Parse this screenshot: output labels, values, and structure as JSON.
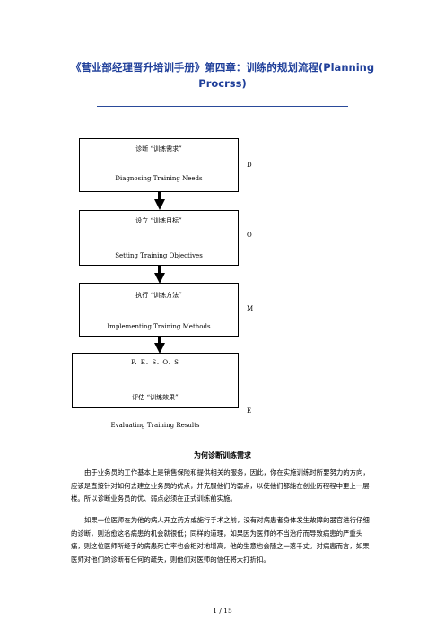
{
  "title": {
    "line1": "《营业部经理晋升培训手册》第四章：训练的规划流程(Planning",
    "line2": "Procrss)"
  },
  "flowchart": {
    "steps": [
      {
        "zh": "诊断 “训练需求”",
        "en": "Diagnosing Training Needs",
        "letter": "D"
      },
      {
        "zh": "设立 “训练目标”",
        "en": "Setting Training Objectives",
        "letter": "O"
      },
      {
        "zh": "执行 “训练方法”",
        "en": "Implementing Training Methods",
        "letter": "M"
      },
      {
        "zh": "评估 “训练效果”",
        "en": "Evaluating Training Results",
        "letter": "E",
        "extra": "P. E. S. O. S"
      }
    ]
  },
  "section": {
    "heading": "为何诊断训练需求",
    "paragraphs": [
      "由于业务员的工作基本上是销售保险和提供相关的服务，因此，你在实施训练时所要努力的方向，应该是直接针对如何去建立业务员的优点，并克服他们的弱点，以使他们都能在创业历程程中更上一层楼。所以诊断业务员的优、弱点必须在正式训练前实施。",
      "如果一位医师在为他的病人开立药方或施行手术之前，没有对病患者身体发生故障的器官进行仔细的诊断，则治愈这名病患的机会就很低；同样的道理，如果因为医师的不当治疗而导致病患的严重头痛，则这位医师所经手的病患死亡率也会相对地增高，他的生意也会随之一落千丈。对病患而言，如果医师对他们的诊断有任何的疏失，则他们对医师的信任将大打折扣。"
    ]
  },
  "footer": {
    "page": "1 / 15"
  }
}
